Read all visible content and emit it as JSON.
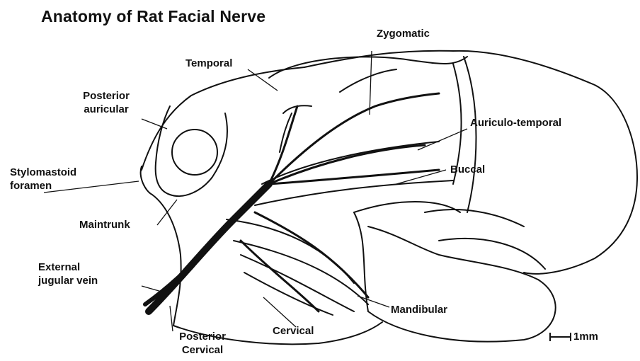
{
  "title": "Anatomy of Rat Facial Nerve",
  "labels": {
    "zygomatic": "Zygomatic",
    "temporal": "Temporal",
    "posterior_auricular_1": "Posterior",
    "posterior_auricular_2": "auricular",
    "auriculo_temporal": "Auriculo-temporal",
    "stylomastoid_1": "Stylomastoid",
    "stylomastoid_2": "foramen",
    "buccal": "Buccal",
    "maintrunk": "Maintrunk",
    "external_jugular_1": "External",
    "external_jugular_2": "jugular vein",
    "mandibular": "Mandibular",
    "cervical": "Cervical",
    "posterior_cervical_1": "Posterior",
    "posterior_cervical_2": "Cervical"
  },
  "scale_bar": "1mm"
}
